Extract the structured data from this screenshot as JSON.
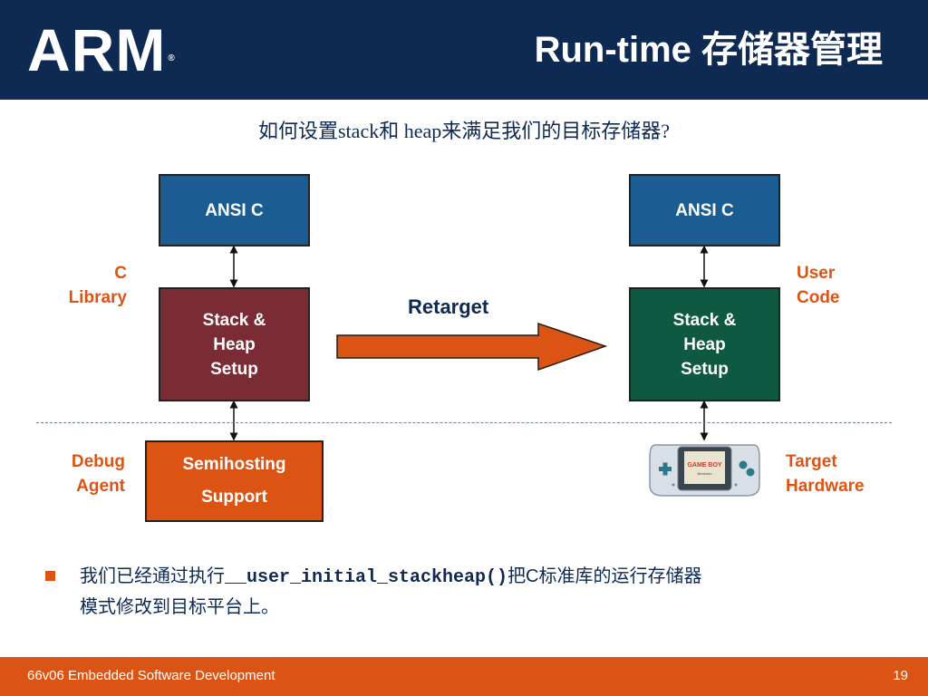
{
  "header": {
    "logo": "ARM",
    "logo_mark": "®",
    "title": "Run-time 存储器管理"
  },
  "subtitle": "如何设置stack和 heap来满足我们的目标存储器?",
  "diagram": {
    "left": {
      "top_box": "ANSI C",
      "middle_box": [
        "Stack &",
        "Heap",
        "Setup"
      ],
      "bottom_box": [
        "Semihosting",
        "Support"
      ],
      "middle_label": [
        "C",
        "Library"
      ],
      "bottom_label": [
        "Debug",
        "Agent"
      ]
    },
    "right": {
      "top_box": "ANSI C",
      "middle_box": [
        "Stack &",
        "Heap",
        "Setup"
      ],
      "middle_label": [
        "User",
        "Code"
      ],
      "bottom_label": [
        "Target",
        "Hardware"
      ],
      "device_screen": "GAME BOY",
      "device_subtext": "Nintendo"
    },
    "arrow_label": "Retarget"
  },
  "bullet": {
    "text_before": "我们已经通过执行",
    "code": "__user_initial_stackheap()",
    "text_after": "把C标准库的运行存储器",
    "line2": "模式修改到目标平台上。"
  },
  "footer": {
    "text": "66v06 Embedded Software Development",
    "page": "19"
  },
  "colors": {
    "navy": "#0e2a52",
    "orange": "#dc5414",
    "box_blue": "#1b5d92",
    "box_red": "#7b2b34",
    "box_green": "#0f5942"
  }
}
